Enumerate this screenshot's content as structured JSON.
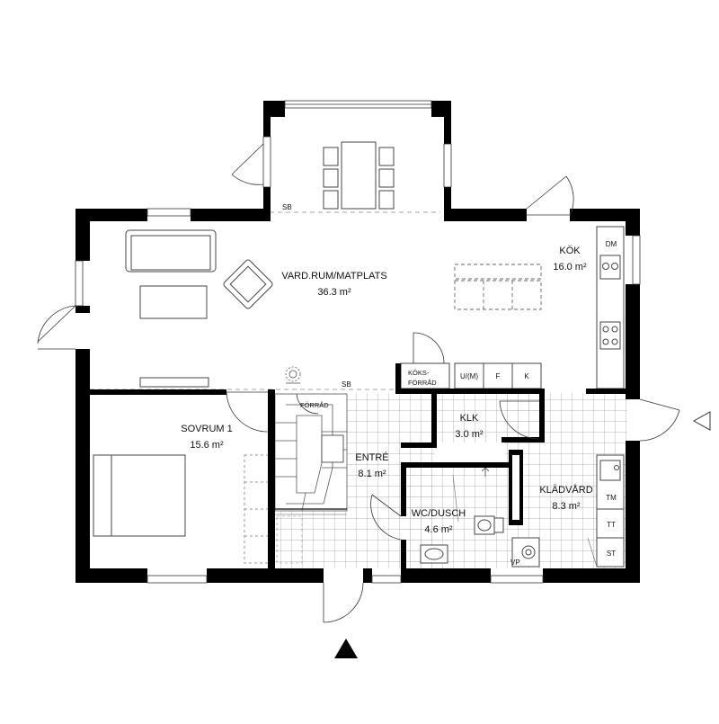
{
  "rooms": {
    "living": {
      "name": "VARD.RUM/MATPLATS",
      "area": "36.3 m²"
    },
    "kitchen": {
      "name": "KÖK",
      "area": "16.0 m²"
    },
    "bedroom": {
      "name": "SOVRUM 1",
      "area": "15.6 m²"
    },
    "entry": {
      "name": "ENTRÉ",
      "area": "8.1 m²"
    },
    "klk": {
      "name": "KLK",
      "area": "3.0 m²"
    },
    "wc": {
      "name": "WC/DUSCH",
      "area": "4.6 m²"
    },
    "closet": {
      "name": "KLÄDVÅRD",
      "area": "8.3 m²"
    }
  },
  "labels": {
    "sb_top": "SB",
    "sb_mid": "SB",
    "forrad": "FÖRRÅD",
    "koksforrad_1": "KÖKS-",
    "koksforrad_2": "FÖRRÅD",
    "um": "U/(M)",
    "f": "F",
    "k": "K",
    "dm": "DM",
    "tm": "TM",
    "tt": "TT",
    "st": "ST",
    "vp": "VP"
  }
}
